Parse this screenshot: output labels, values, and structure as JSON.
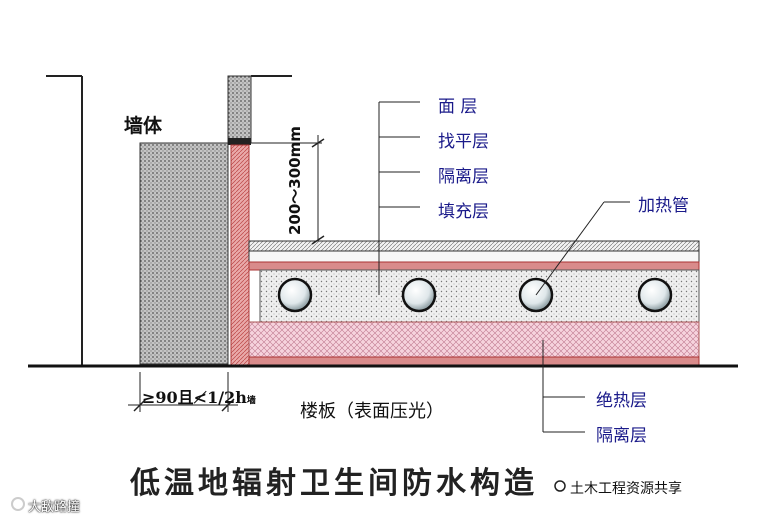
{
  "labels": {
    "wall": "墙体",
    "surface": "面 层",
    "leveling": "找平层",
    "isolation_top": "隔离层",
    "filling": "填充层",
    "heating_pipe": "加热管",
    "dimension_height": "200～300mm",
    "dimension_width": "≥90且≮1/2h",
    "dimension_width_sub": "墙",
    "slab": "楼板（表面压光）",
    "insulation": "绝热层",
    "isolation_bottom": "隔离层"
  },
  "title": "低温地辐射卫生间防水构造",
  "watermarks": {
    "left": "大敌路撞",
    "right": "土木工程资源共享"
  },
  "colors": {
    "label_text": "#1a1a8a",
    "waterproof_layer": "#cc7777",
    "insulation_fill": "#f4c8d4",
    "wall_fill": "#bbbbbb",
    "filling_fill": "#eeeeee"
  }
}
